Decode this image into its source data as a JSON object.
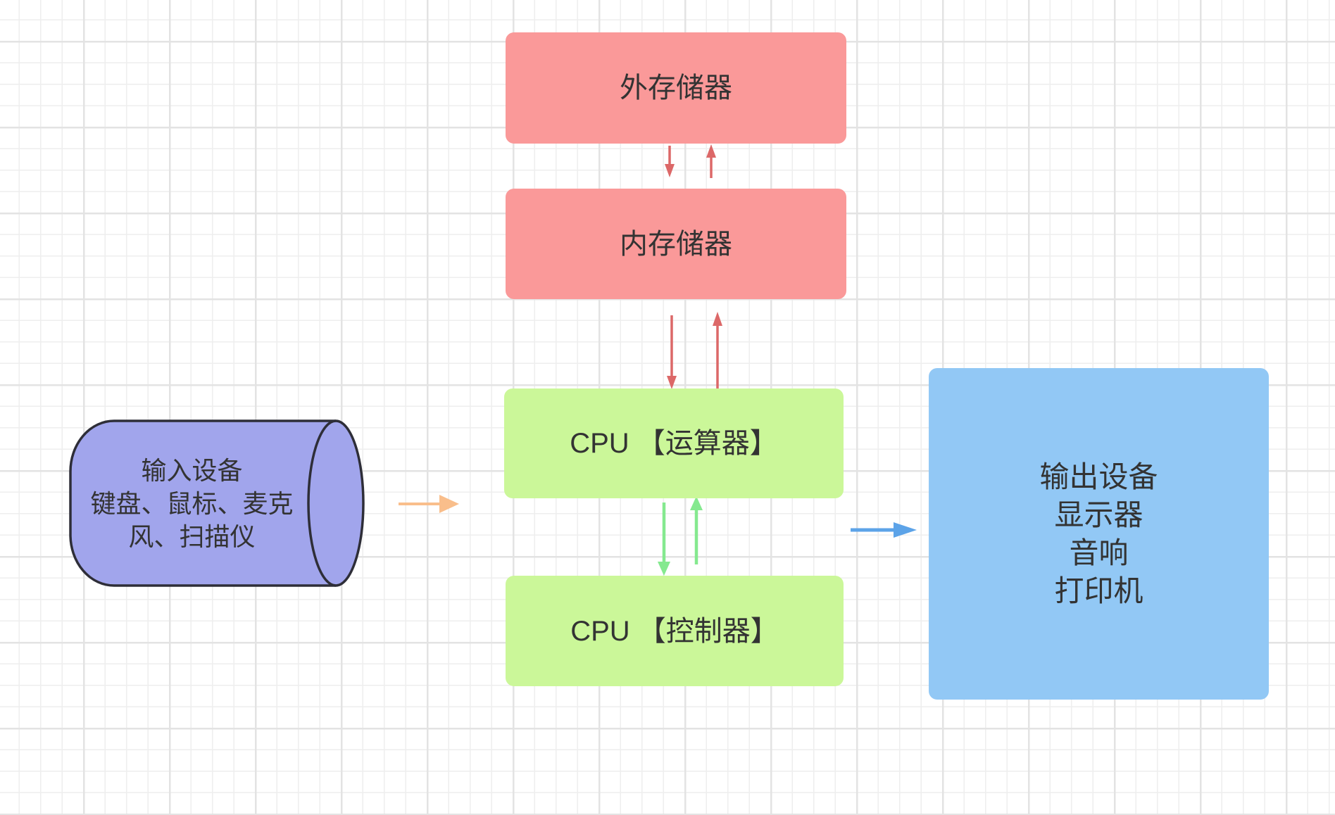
{
  "colors": {
    "pink_box": "#FA9999",
    "green_box": "#CBF799",
    "blue_box": "#92C8F5",
    "purple_cylinder": "#A1A5EC",
    "cylinder_stroke": "#2E2E38",
    "text_color": "#333333",
    "red_arrow": "#DC6868",
    "green_arrow": "#85E98F",
    "orange_arrow": "#F9BE8B",
    "blue_arrow": "#5CA3E8"
  },
  "nodes": {
    "external_storage": {
      "label": "外存储器"
    },
    "main_memory": {
      "label": "内存储器"
    },
    "cpu_alu": {
      "label": "CPU 【运算器】"
    },
    "cpu_controller": {
      "label": "CPU 【控制器】"
    },
    "input_device": {
      "lines": [
        "输入设备",
        "键盘、鼠标、麦克",
        "风、扫描仪"
      ]
    },
    "output_device": {
      "lines": [
        "输出设备",
        "显示器",
        "音响",
        "打印机"
      ]
    }
  },
  "edges": [
    {
      "from": "external_storage",
      "to": "main_memory",
      "style": "red-down"
    },
    {
      "from": "main_memory",
      "to": "external_storage",
      "style": "red-up"
    },
    {
      "from": "main_memory",
      "to": "cpu_alu",
      "style": "red-down"
    },
    {
      "from": "cpu_alu",
      "to": "main_memory",
      "style": "red-up"
    },
    {
      "from": "cpu_alu",
      "to": "cpu_controller",
      "style": "green-down"
    },
    {
      "from": "cpu_controller",
      "to": "cpu_alu",
      "style": "green-up"
    },
    {
      "from": "input_device",
      "to": "cpu_alu",
      "style": "orange-right"
    },
    {
      "from": "cpu_alu",
      "to": "output_device",
      "style": "blue-right"
    }
  ]
}
